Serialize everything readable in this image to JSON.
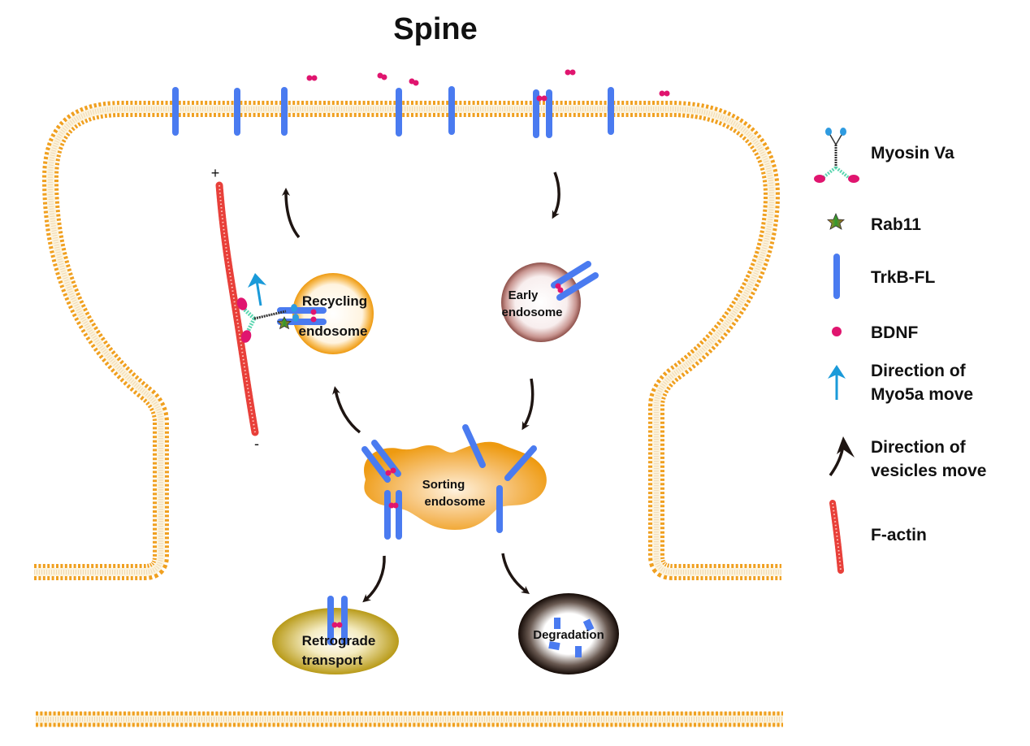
{
  "title": "Spine",
  "compartments": {
    "recycling_endosome": [
      "Recycling",
      "endosome"
    ],
    "early_endosome": [
      "Early",
      "endosome"
    ],
    "sorting_endosome": [
      "Sorting",
      "endosome"
    ],
    "retrograde_transport": [
      "Retrograde",
      "transport"
    ],
    "degradation": [
      "Degradation"
    ]
  },
  "actin_ends": {
    "plus": "+",
    "minus": "-"
  },
  "legend": [
    {
      "icon": "myosin-va-icon",
      "lines": [
        "Myosin Va"
      ]
    },
    {
      "icon": "rab11-star-icon",
      "lines": [
        "Rab11"
      ]
    },
    {
      "icon": "trkb-receptor-icon",
      "lines": [
        "TrkB-FL"
      ]
    },
    {
      "icon": "bdnf-dot-icon",
      "lines": [
        "BDNF"
      ]
    },
    {
      "icon": "blue-arrow-icon",
      "lines": [
        "Direction of",
        "Myo5a move"
      ]
    },
    {
      "icon": "black-curved-arrow-icon",
      "lines": [
        "Direction of",
        "vesicles move"
      ]
    },
    {
      "icon": "f-actin-icon",
      "lines": [
        "F-actin"
      ]
    }
  ],
  "colors": {
    "membrane": "#F0A020",
    "receptor": "#4A7BF0",
    "bdnf": "#E0156F",
    "actin": "#E8403A",
    "myo_arrow": "#1A9AD9",
    "vesicle_arrow": "#1E1512",
    "myosin_tail": "#5BD6B0",
    "myosin_head_blue": "#2E9BE0"
  }
}
